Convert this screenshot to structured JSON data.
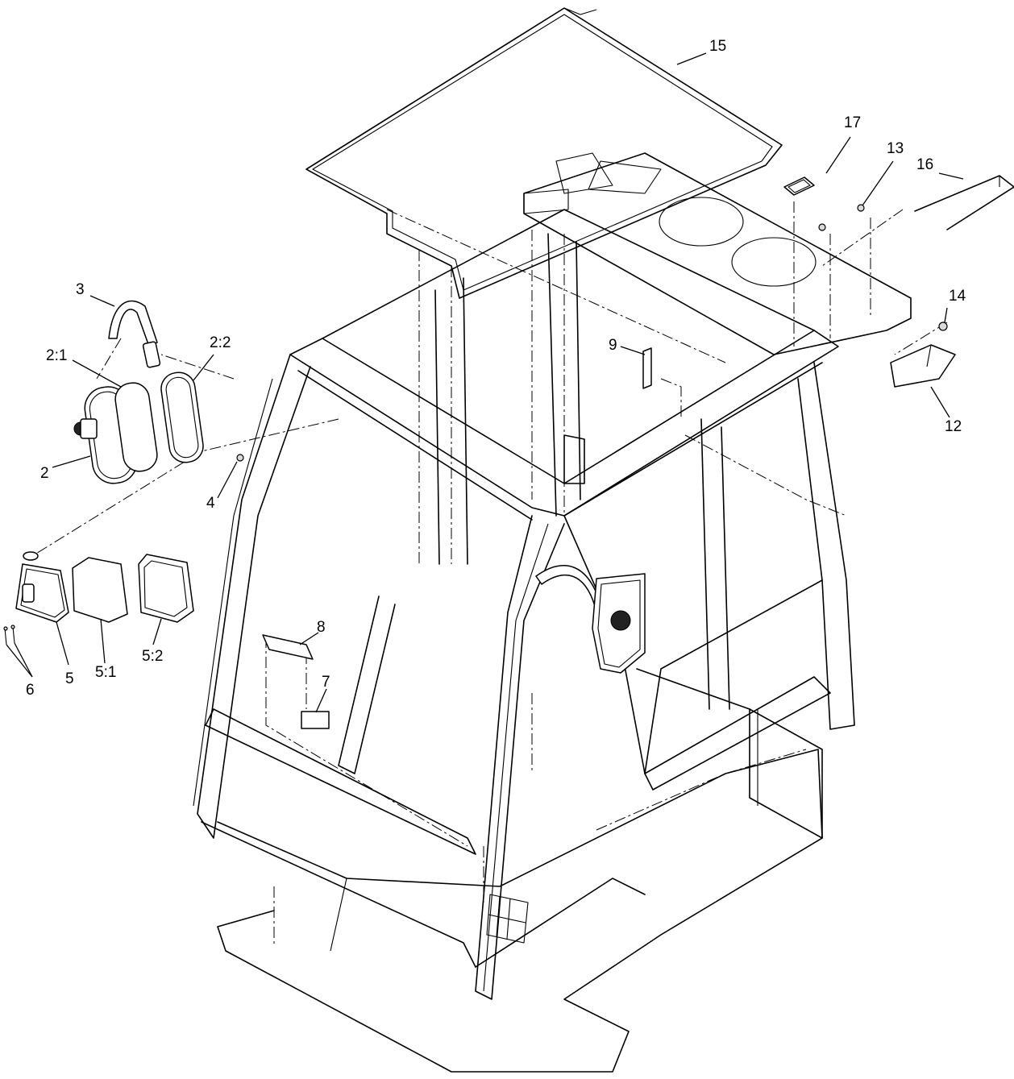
{
  "diagram": {
    "type": "exploded-parts-diagram",
    "callouts": [
      {
        "id": "c15",
        "label": "15"
      },
      {
        "id": "c17",
        "label": "17"
      },
      {
        "id": "c13",
        "label": "13"
      },
      {
        "id": "c16",
        "label": "16"
      },
      {
        "id": "c14",
        "label": "14"
      },
      {
        "id": "c12",
        "label": "12"
      },
      {
        "id": "c9",
        "label": "9"
      },
      {
        "id": "c3",
        "label": "3"
      },
      {
        "id": "c2_1",
        "label": "2:1"
      },
      {
        "id": "c2_2",
        "label": "2:2"
      },
      {
        "id": "c2",
        "label": "2"
      },
      {
        "id": "c4",
        "label": "4"
      },
      {
        "id": "c5",
        "label": "5"
      },
      {
        "id": "c5_1",
        "label": "5:1"
      },
      {
        "id": "c5_2",
        "label": "5:2"
      },
      {
        "id": "c6",
        "label": "6"
      },
      {
        "id": "c8",
        "label": "8"
      },
      {
        "id": "c7",
        "label": "7"
      }
    ]
  }
}
